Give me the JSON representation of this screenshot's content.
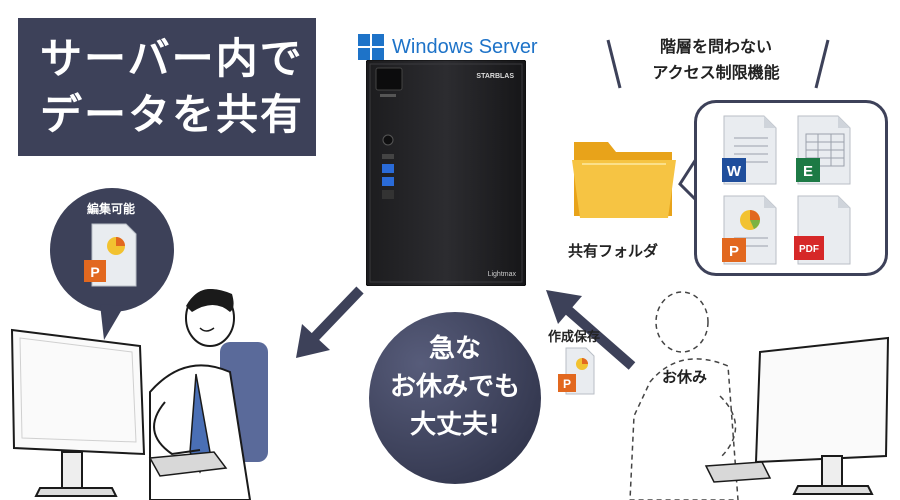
{
  "banner": {
    "line1": "サーバー内で",
    "line2": "データを共有"
  },
  "windows_logo": {
    "text": "Windows Server",
    "icon": "windows-logo-icon"
  },
  "access_caption": {
    "line1": "階層を問わない",
    "line2": "アクセス制限機能"
  },
  "folder": {
    "label": "共有フォルダ",
    "icon": "folder-icon"
  },
  "files": [
    {
      "badge": "W",
      "color": "#1f4e9c",
      "icon": "word-document-icon"
    },
    {
      "badge": "E",
      "color": "#1d7a45",
      "icon": "excel-spreadsheet-icon"
    },
    {
      "badge": "P",
      "color": "#e2681f",
      "icon": "powerpoint-document-icon"
    },
    {
      "badge": "PDF",
      "color": "#d62828",
      "icon": "pdf-document-icon"
    }
  ],
  "server": {
    "brand": "STARBLAS",
    "sub_brand": "Lightmax"
  },
  "edit_bubble": {
    "label": "編集可能",
    "badge": "P"
  },
  "center_message": {
    "line1": "急な",
    "line2": "お休みでも",
    "line3": "大丈夫!"
  },
  "save_label": "作成保存",
  "save_file_badge": "P",
  "absent_label": "お休み",
  "colors": {
    "navy": "#3d4159",
    "orange": "#e2681f",
    "windows_blue": "#1e73c8"
  }
}
